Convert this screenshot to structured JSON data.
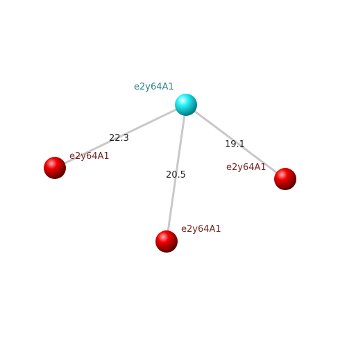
{
  "colors": {
    "center_fill": "#00e5ee",
    "center_label": "#2f7f86",
    "leaf_fill": "#e00000",
    "leaf_label": "#7a2323",
    "edge": "#c8c8c8",
    "edge_label": "#222222",
    "background": "#ffffff"
  },
  "nodes": [
    {
      "id": "center",
      "label": "e2y64A1",
      "role": "center"
    },
    {
      "id": "left",
      "label": "e2y64A1",
      "role": "leaf"
    },
    {
      "id": "bottom",
      "label": "e2y64A1",
      "role": "leaf"
    },
    {
      "id": "right",
      "label": "e2y64A1",
      "role": "leaf"
    }
  ],
  "edges": [
    {
      "from": "center",
      "to": "left",
      "label": "22.3"
    },
    {
      "from": "center",
      "to": "bottom",
      "label": "20.5"
    },
    {
      "from": "center",
      "to": "right",
      "label": "19.1"
    }
  ]
}
